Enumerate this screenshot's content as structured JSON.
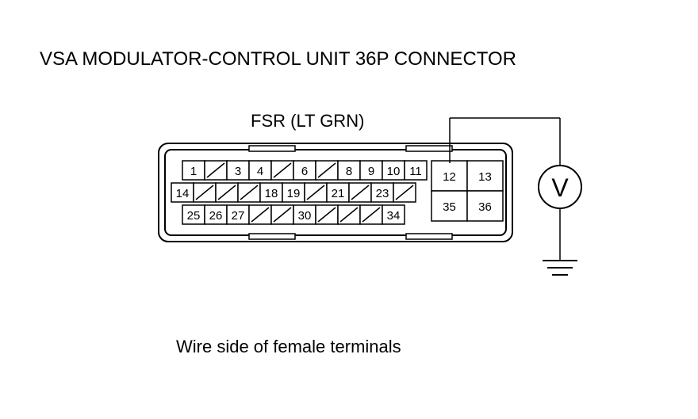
{
  "title": "VSA MODULATOR-CONTROL UNIT 36P CONNECTOR",
  "signal_label": "FSR (LT GRN)",
  "caption": "Wire side of female terminals",
  "meter_symbol": "V",
  "ground_symbol": "ground-icon",
  "connector": {
    "row1": [
      "1",
      "",
      "3",
      "4",
      "",
      "6",
      "",
      "8",
      "9",
      "10",
      "11"
    ],
    "row2": [
      "14",
      "",
      "",
      "",
      "18",
      "19",
      "",
      "21",
      "",
      "23",
      ""
    ],
    "row3": [
      "25",
      "26",
      "27",
      "",
      "",
      "30",
      "",
      "",
      "",
      "34"
    ],
    "right_block": [
      [
        "12",
        "13"
      ],
      [
        "35",
        "36"
      ]
    ]
  }
}
